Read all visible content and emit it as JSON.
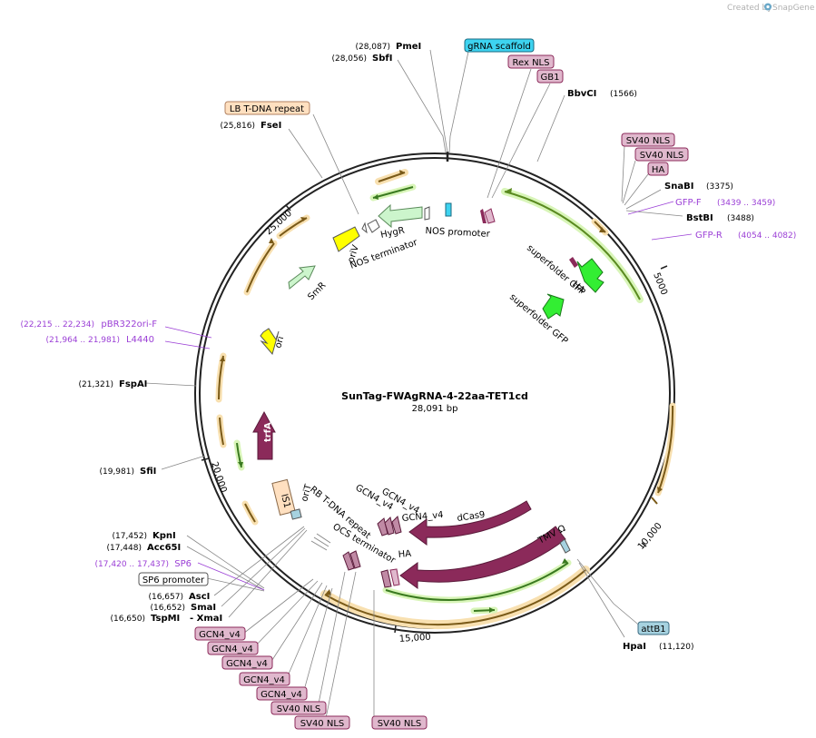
{
  "credit": {
    "created_by": "Created by",
    "brand": "SnapGene"
  },
  "plasmid": {
    "name": "SunTag-FWAgRNA-4-22aa-TET1cd",
    "length": "28,091 bp"
  },
  "ticks": [
    "5000",
    "10,000",
    "15,000",
    "20,000",
    "25,000"
  ],
  "enzymes": [
    {
      "pos": "(28,087)",
      "name": "PmeI"
    },
    {
      "pos": "(28,056)",
      "name": "SbfI"
    },
    {
      "pos": "(1566)",
      "name": "BbvCI"
    },
    {
      "pos": "(25,816)",
      "name": "FseI"
    },
    {
      "pos": "(3375)",
      "name": "SnaBI"
    },
    {
      "pos": "(3488)",
      "name": "BstBI"
    },
    {
      "pos": "(21,321)",
      "name": "FspAI"
    },
    {
      "pos": "(19,981)",
      "name": "SfiI"
    },
    {
      "pos": "(17,452)",
      "name": "KpnI"
    },
    {
      "pos": "(17,448)",
      "name": "Acc65I"
    },
    {
      "pos": "(16,657)",
      "name": "AscI"
    },
    {
      "pos": "(16,652)",
      "name": "SmaI"
    },
    {
      "pos": "(16,650)",
      "name": "TspMI",
      "extra": "- XmaI"
    },
    {
      "pos": "(11,120)",
      "name": "HpaI"
    }
  ],
  "primers": [
    {
      "name": "GFP-F",
      "pos": "(3439 .. 3459)"
    },
    {
      "name": "GFP-R",
      "pos": "(4054 .. 4082)"
    },
    {
      "name": "pBR322ori-F",
      "pos": "(22,215 .. 22,234)"
    },
    {
      "name": "L4440",
      "pos": "(21,964 .. 21,981)"
    },
    {
      "name": "SP6",
      "pos": "(17,420 .. 17,437)"
    }
  ],
  "boxed_features": [
    "gRNA scaffold",
    "Rex NLS",
    "GB1",
    "LB T-DNA repeat",
    "SV40 NLS",
    "SV40 NLS",
    "HA",
    "SP6 promoter",
    "GCN4_v4",
    "GCN4_v4",
    "GCN4_v4",
    "GCN4_v4",
    "GCN4_v4",
    "SV40 NLS",
    "SV40 NLS",
    "SV40 NLS",
    "attB1"
  ],
  "inner_labels": [
    "NOS promoter",
    "HygR",
    "NOS terminator",
    "oriV",
    "SmR",
    "ori",
    "superfolder GFP",
    "HA",
    "superfolder GFP",
    "GCN4_v4",
    "GCN4_v4",
    "GCN4_v4",
    "dCas9",
    "RB T-DNA repeat",
    "oriT",
    "OCS terminator",
    "HA",
    "TMV Ω",
    "trfA",
    "IS1",
    "Cas9"
  ],
  "colors": {
    "backbone": "#222222",
    "orf": "#f3a23a",
    "orf_border": "#7a5a18",
    "green_orf": "#8fcf4a",
    "magenta": "#8b2a5a",
    "primer": "#9b3fd6",
    "yellow": "#ffff00",
    "light_green": "#ccf5cc",
    "bright_green": "#33ee33",
    "pink_box": "#e0b8cd",
    "peach_box": "#ffe0c0",
    "cyan_box": "#3dd3f0",
    "blue_box": "#a6d2e0"
  }
}
